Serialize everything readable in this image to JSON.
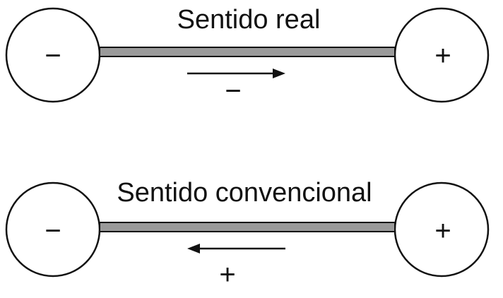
{
  "diagrams": [
    {
      "title": "Sentido real",
      "left_terminal_sign": "−",
      "right_terminal_sign": "+",
      "arrow_direction": "right",
      "carrier_sign": "−"
    },
    {
      "title": "Sentido convencional",
      "left_terminal_sign": "−",
      "right_terminal_sign": "+",
      "arrow_direction": "left",
      "carrier_sign": "+"
    }
  ],
  "colors": {
    "stroke": "#111111",
    "wire_fill": "#9a9a9a"
  }
}
